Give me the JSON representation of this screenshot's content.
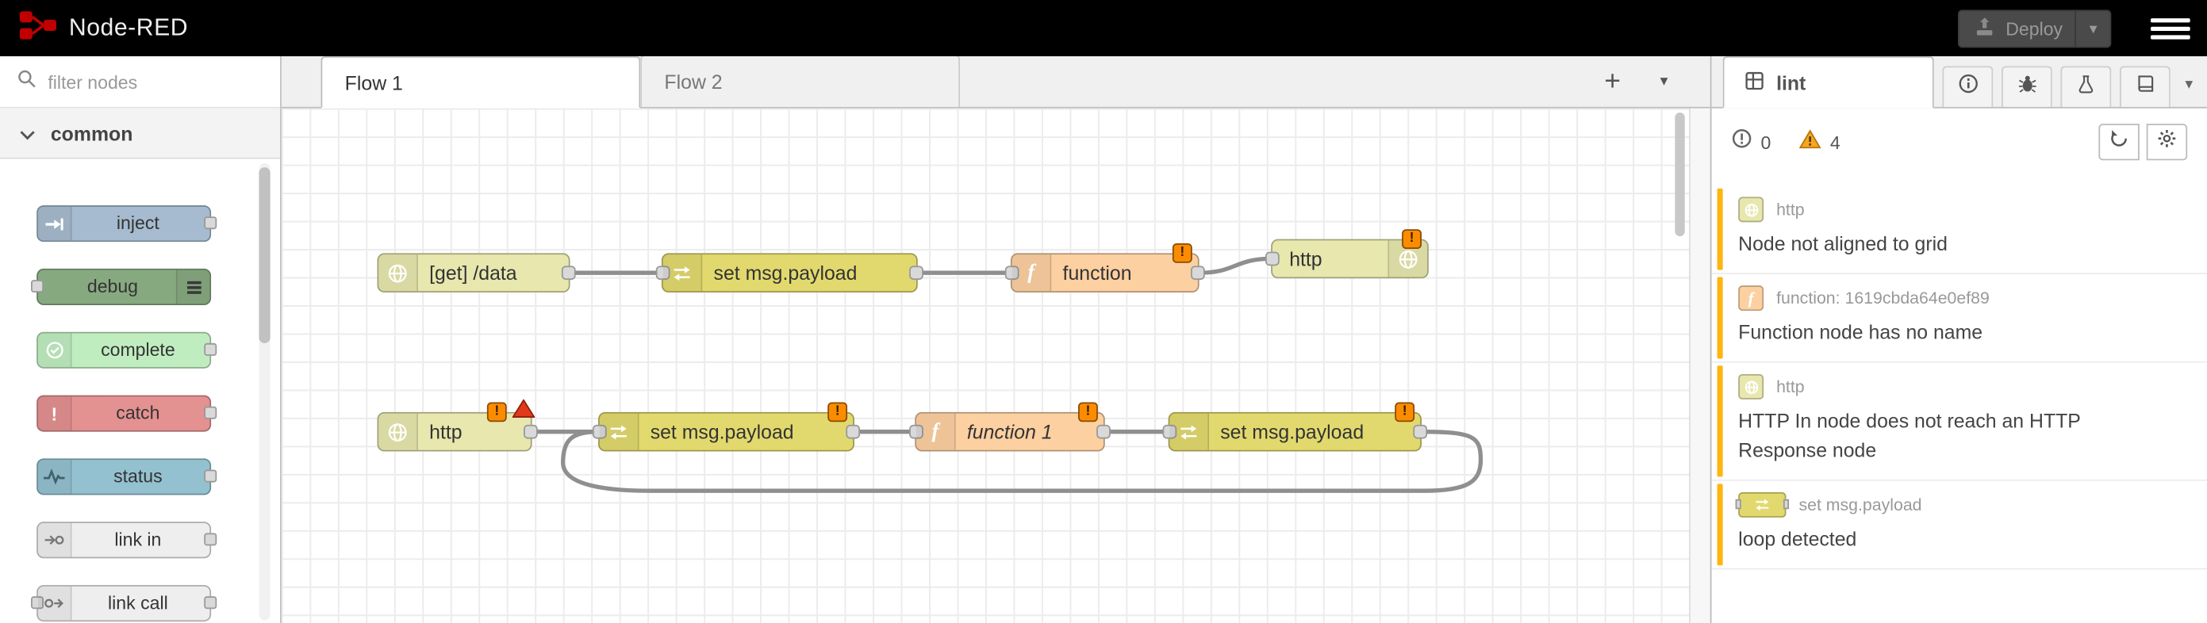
{
  "header": {
    "title": "Node-RED",
    "deploy_label": "Deploy"
  },
  "icons": {
    "plus": "+",
    "caret_down": "▾",
    "exclamation": "!",
    "function_glyph": "f"
  },
  "palette": {
    "search_placeholder": "filter nodes",
    "category_label": "common",
    "nodes": [
      {
        "label": "inject",
        "color": "#a6bbcf"
      },
      {
        "label": "debug",
        "color": "#87a980"
      },
      {
        "label": "complete",
        "color": "#c0edc0"
      },
      {
        "label": "catch",
        "color": "#e49191"
      },
      {
        "label": "status",
        "color": "#94c1d0"
      },
      {
        "label": "link in",
        "color": "#eeeeee"
      },
      {
        "label": "link call",
        "color": "#eeeeee"
      }
    ]
  },
  "workspace": {
    "tabs": [
      {
        "label": "Flow 1"
      },
      {
        "label": "Flow 2"
      }
    ]
  },
  "flow": {
    "nodes": [
      {
        "label": "[get] /data",
        "color": "#e7e7ae"
      },
      {
        "label": "set msg.payload",
        "color": "#e2d96e"
      },
      {
        "label": "function",
        "color": "#fdd0a2"
      },
      {
        "label": "http",
        "color": "#e7e7ae"
      },
      {
        "label": "http",
        "color": "#e7e7ae"
      },
      {
        "label": "set msg.payload",
        "color": "#e2d96e"
      },
      {
        "label": "function 1",
        "color": "#fdd0a2"
      },
      {
        "label": "set msg.payload",
        "color": "#e2d96e"
      }
    ]
  },
  "sidebar": {
    "tab_label": "lint",
    "error_count": "0",
    "warning_count": "4",
    "issues": [
      {
        "node_type": "http",
        "color": "#e7e7ae",
        "message": "Node not aligned to grid"
      },
      {
        "node_type": "function: 1619cbda64e0ef89",
        "color": "#fdd0a2",
        "message": "Function node has no name"
      },
      {
        "node_type": "http",
        "color": "#e7e7ae",
        "message": "HTTP In node does not reach an HTTP Response node"
      },
      {
        "node_type": "set msg.payload",
        "color": "#e2d96e",
        "message": "loop detected"
      }
    ]
  }
}
